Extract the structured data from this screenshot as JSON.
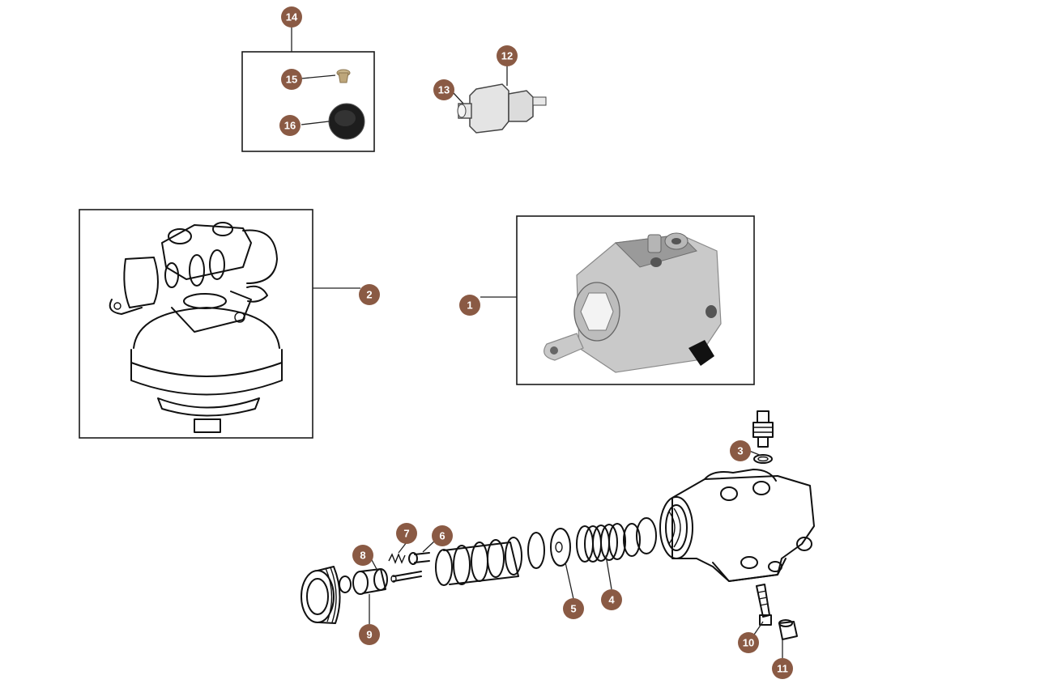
{
  "diagram": {
    "callouts": [
      {
        "id": "c1",
        "label": "1"
      },
      {
        "id": "c2",
        "label": "2"
      },
      {
        "id": "c3",
        "label": "3"
      },
      {
        "id": "c4",
        "label": "4"
      },
      {
        "id": "c5",
        "label": "5"
      },
      {
        "id": "c6",
        "label": "6"
      },
      {
        "id": "c7",
        "label": "7"
      },
      {
        "id": "c8",
        "label": "8"
      },
      {
        "id": "c9",
        "label": "9"
      },
      {
        "id": "c10",
        "label": "10"
      },
      {
        "id": "c11",
        "label": "11"
      },
      {
        "id": "c12",
        "label": "12"
      },
      {
        "id": "c13",
        "label": "13"
      },
      {
        "id": "c14",
        "label": "14"
      },
      {
        "id": "c15",
        "label": "15"
      },
      {
        "id": "c16",
        "label": "16"
      }
    ],
    "colors": {
      "badge": "#8a5a44",
      "badge_text": "#ffffff",
      "line_art": "#111111",
      "photo_metal": "#c9c9c9"
    }
  }
}
